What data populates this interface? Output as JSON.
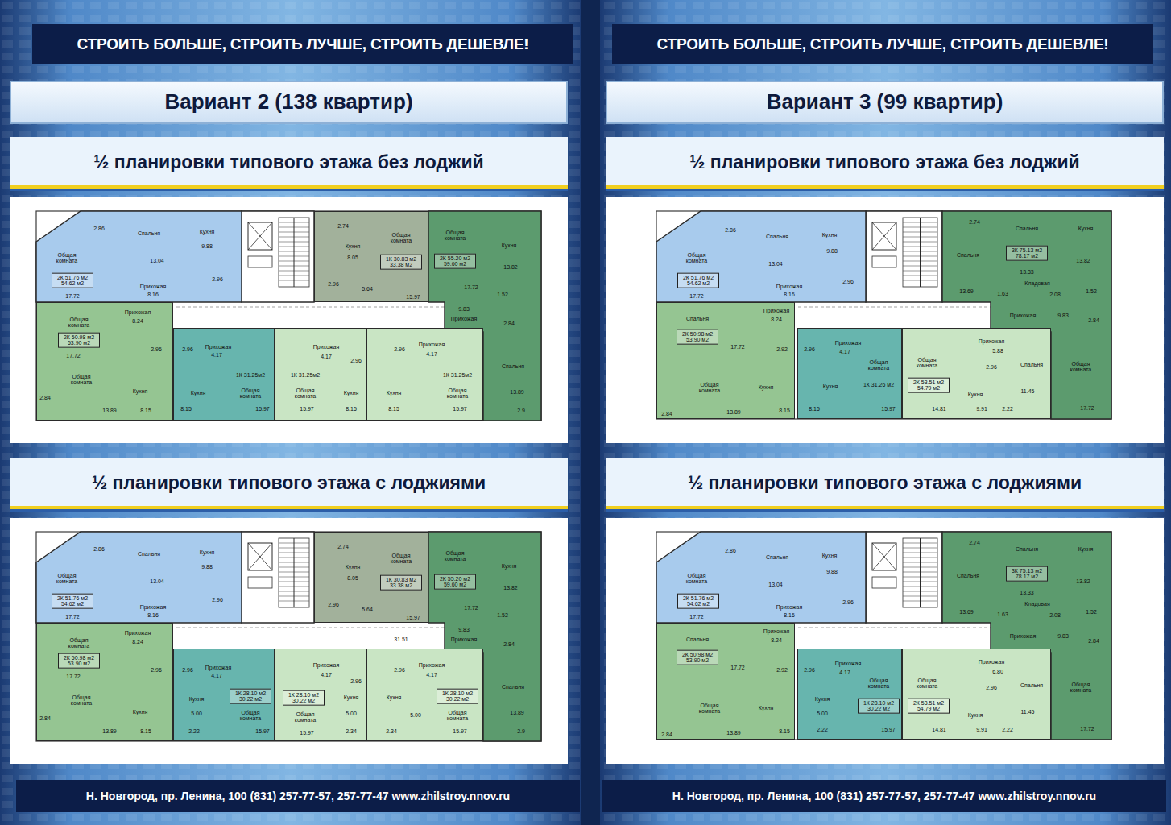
{
  "diagram": {
    "nodes": [
      {
        "text": [
          "СТРОИТЬ БОЛЬШЕ, СТРОИТЬ ЛУЧШЕ, СТРОИТЬ ДЕШЕВЛЕ!"
        ]
      },
      {
        "text": [
          "Вариант 2 (138 квартир)"
        ]
      },
      {
        "text": [
          "½ планировки типового этажа без лоджий"
        ]
      },
      {
        "text": [
          "2.86",
          "Спальня",
          "13.04",
          "Кухня",
          "9.88",
          "Общая комната",
          "2К 51.76 м2 54.62 м2",
          "17.72",
          "Прихожая",
          "8.16",
          "2.96"
        ],
        "in": 2
      },
      {
        "text": [
          "2.74",
          "Кухня",
          "8.05",
          "2.96",
          "5.64",
          "Общая комната",
          "1К 30.83 м2 33.38 м2",
          "15.97"
        ],
        "in": 2
      },
      {
        "text": [
          "Общая комната",
          "2К 55.20 м2 59.60 м2",
          "17.72",
          "Кухня",
          "13.82",
          "1.52",
          "9.83",
          "Прихожая",
          "2.84",
          "Спальня",
          "13.89",
          "2.9"
        ],
        "in": 2
      },
      {
        "text": [
          "Общая комната",
          "2К 50.98 м2 53.90 м2",
          "17.72",
          "Прихожая",
          "8.24",
          "2.96",
          "Общая комната",
          "2.84",
          "13.89",
          "Кухня",
          "8.15"
        ],
        "in": 2
      },
      {
        "text": [
          "2.96",
          "Прихожая",
          "4.17",
          "Кухня",
          "8.15",
          "1К 31.25м2",
          "Общая комната",
          "15.97"
        ],
        "in": 2
      },
      {
        "text": [
          "1К 31.25м2",
          "Прихожая",
          "4.17",
          "Общая комната",
          "15.97",
          "2.96",
          "Кухня",
          "8.15"
        ],
        "in": 2
      },
      {
        "text": [
          "2.96",
          "Прихожая",
          "4.17",
          "Кухня",
          "8.15",
          "1К 31.25м2",
          "Общая комната",
          "15.97"
        ],
        "in": 2
      },
      {
        "text": [
          "½ планировки типового этажа с лоджиями"
        ]
      },
      {
        "text": [
          "2.86",
          "Спальня",
          "13.04",
          "Кухня",
          "9.88",
          "Общая комната",
          "2К 51.76 м2 54.62 м2",
          "17.72",
          "Прихожая",
          "8.16",
          "2.96"
        ],
        "in": 10
      },
      {
        "text": [
          "2.74",
          "Кухня",
          "8.05",
          "2.96",
          "5.64",
          "Общая комната",
          "1К 30.83 м2 33.38 м2",
          "15.97"
        ],
        "in": 10
      },
      {
        "text": [
          "Общая комната",
          "2К 55.20 м2 59.60 м2",
          "17.72",
          "Кухня",
          "13.82",
          "1.52",
          "9.83",
          "Прихожая",
          "2.84",
          "Спальня",
          "13.89",
          "2.9"
        ],
        "in": 10
      },
      {
        "text": [
          "Общая комната",
          "2К 50.98 м2 53.90 м2",
          "17.72",
          "Прихожая",
          "8.24",
          "2.96",
          "Общая комната",
          "2.84",
          "13.89",
          "Кухня",
          "8.15"
        ],
        "in": 10
      },
      {
        "text": [
          "2.96",
          "Прихожая",
          "4.17",
          "Кухня",
          "5.00",
          "1К 28.10 м2 30.22 м2",
          "Общая комната",
          "15.97",
          "2.22"
        ],
        "in": 10
      },
      {
        "text": [
          "Прихожая",
          "4.17",
          "2.96",
          "1К 28.10 м2 30.22 м2",
          "Общая комната",
          "15.97",
          "Кухня",
          "5.00",
          "2.34"
        ],
        "in": 10
      },
      {
        "text": [
          "2.96",
          "Прихожая",
          "4.17",
          "Кухня",
          "5.00",
          "2.34",
          "1К 28.10 м2 30.22 м2",
          "Общая комната",
          "15.97"
        ],
        "in": 10
      },
      {
        "text": [
          "Н. Новгород, пр. Ленина, 100 (831) 257-77-57, 257-77-47 www.zhilstroy.nnov.ru"
        ]
      },
      {
        "text": [
          "СТРОИТЬ БОЛЬШЕ, СТРОИТЬ ЛУЧШЕ, СТРОИТЬ ДЕШЕВЛЕ!"
        ]
      },
      {
        "text": [
          "Вариант 3 (99 квартир)"
        ]
      },
      {
        "text": [
          "½ планировки типового этажа без лоджий"
        ]
      },
      {
        "text": [
          "2.86",
          "Спальня",
          "13.04",
          "Кухня",
          "9.88",
          "Общая комната",
          "2К 51.76 м2 54.62 м2",
          "17.72",
          "Прихожая",
          "8.16",
          "2.96"
        ],
        "in": 21
      },
      {
        "text": [
          "2.74",
          "Спальня",
          "Кухня",
          "Спальня",
          "3К 75.13 м2 78.17 м2",
          "13.82",
          "13.33",
          "Кладовая",
          "13.69",
          "1.63",
          "2.08",
          "1.52",
          "Прихожая",
          "9.83",
          "2.84",
          "Общая комната",
          "17.72"
        ],
        "in": 21
      },
      {
        "text": [
          "Спальня",
          "2К 50.98 м2 53.90 м2",
          "17.72",
          "Прихожая",
          "8.24",
          "2.92",
          "Общая комната",
          "2.84",
          "13.89",
          "Кухня",
          "8.15"
        ],
        "in": 21
      },
      {
        "text": [
          "2.96",
          "Прихожая",
          "4.17",
          "Кухня",
          "8.15",
          "Общая комната",
          "1К 31.26 м2",
          "15.97"
        ],
        "in": 21
      },
      {
        "text": [
          "Общая комната",
          "2К 53.51 м2 54.79 м2",
          "14.81",
          "Прихожая",
          "5.88",
          "2.96",
          "Кухня",
          "9.91",
          "Спальня",
          "11.45",
          "2.22"
        ],
        "in": 21
      },
      {
        "text": [
          "½ планировки типового этажа с лоджиями"
        ]
      },
      {
        "text": [
          "2.86",
          "Спальня",
          "13.04",
          "Кухня",
          "9.88",
          "Общая комната",
          "2К 51.76 м2 54.62 м2",
          "17.72",
          "Прихожая",
          "8.16",
          "2.96"
        ],
        "in": 27
      },
      {
        "text": [
          "2.74",
          "Спальня",
          "Кухня",
          "Спальня",
          "3К 75.13 м2 78.17 м2",
          "13.82",
          "13.33",
          "Кладовая",
          "13.69",
          "1.63",
          "2.08",
          "1.52",
          "Прихожая",
          "9.83",
          "2.84",
          "Общая комната",
          "17.72"
        ],
        "in": 27
      },
      {
        "text": [
          "Спальня",
          "2К 50.98 м2 53.90 м2",
          "17.72",
          "Прихожая",
          "8.24",
          "2.92",
          "Общая комната",
          "2.84",
          "13.89",
          "Кухня",
          "8.15"
        ],
        "in": 27
      },
      {
        "text": [
          "2.96",
          "Прихожая",
          "4.17",
          "Кухня",
          "5.00",
          "2.22",
          "Общая комната",
          "1К 28.10 м2 30.22 м2",
          "15.97"
        ],
        "in": 27
      },
      {
        "text": [
          "Общая комната",
          "2К 53.51 м2 54.79 м2",
          "14.81",
          "Прихожая",
          "6.80",
          "2.96",
          "Кухня",
          "9.91",
          "Спальня",
          "11.45",
          "2.22"
        ],
        "in": 27
      },
      {
        "text": [
          "Н. Новгород, пр. Ленина, 100 (831) 257-77-57, 257-77-47 www.zhilstroy.nnov.ru"
        ]
      }
    ],
    "labels": [
      "31.51"
    ]
  }
}
